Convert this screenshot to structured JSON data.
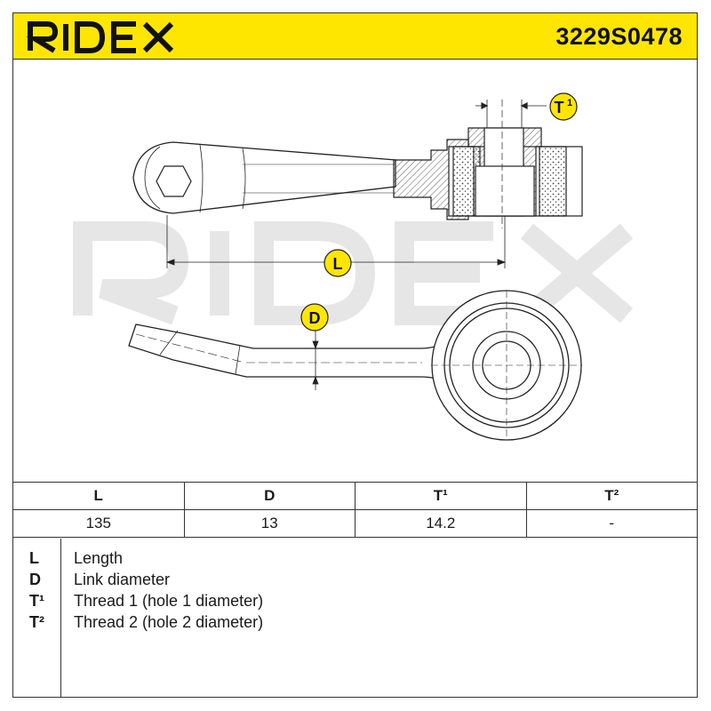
{
  "header": {
    "brand": "RIDEX",
    "part_number": "3229S0478",
    "brand_color": "#ffe600"
  },
  "drawing": {
    "watermark": "RIDEX",
    "dim_labels": [
      "L",
      "D",
      "T¹"
    ]
  },
  "spec_table": {
    "headers": [
      "L",
      "D",
      "T¹",
      "T²"
    ],
    "values": [
      "135",
      "13",
      "14.2",
      "-"
    ]
  },
  "legend": [
    {
      "symbol": "L",
      "description": "Length"
    },
    {
      "symbol": "D",
      "description": "Link diameter"
    },
    {
      "symbol": "T¹",
      "description": "Thread 1 (hole 1 diameter)"
    },
    {
      "symbol": "T²",
      "description": "Thread 2 (hole 2 diameter)"
    }
  ]
}
